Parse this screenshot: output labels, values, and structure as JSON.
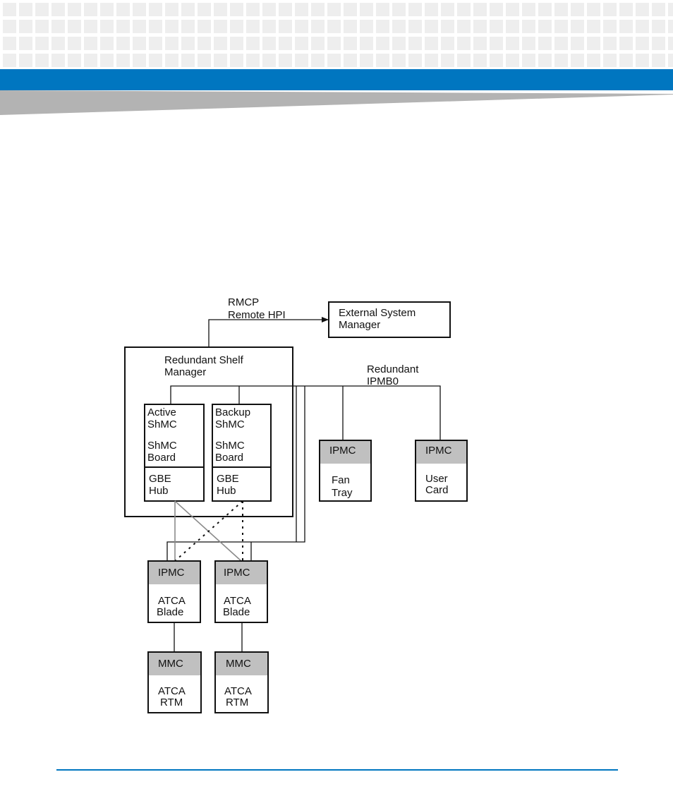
{
  "colors": {
    "brand_blue": "#0076c0",
    "band_grey": "#b3b3b3",
    "box_header_grey": "#c0c0c0"
  },
  "diagram": {
    "rmcp_label": {
      "line1": "RMCP",
      "line2": "Remote HPI"
    },
    "external_manager": {
      "line1": "External System",
      "line2": "Manager"
    },
    "shelf_manager": {
      "line1": "Redundant Shelf",
      "line2": "Manager"
    },
    "ipmb_label": {
      "line1": "Redundant",
      "line2": "IPMB0"
    },
    "active_shmc": {
      "line1": "Active",
      "line2": "ShMC",
      "line3": "ShMC",
      "line4": "Board"
    },
    "backup_shmc": {
      "line1": "Backup",
      "line2": "ShMC",
      "line3": "ShMC",
      "line4": "Board"
    },
    "gbe_hub_left": {
      "line1": "GBE",
      "line2": "Hub"
    },
    "gbe_hub_right": {
      "line1": "GBE",
      "line2": "Hub"
    },
    "fan_tray": {
      "header": "IPMC",
      "line1": "Fan",
      "line2": "Tray"
    },
    "user_card": {
      "header": "IPMC",
      "line1": "User",
      "line2": "Card"
    },
    "blade_left": {
      "header": "IPMC",
      "line1": "ATCA",
      "line2": "Blade"
    },
    "blade_right": {
      "header": "IPMC",
      "line1": "ATCA",
      "line2": "Blade"
    },
    "rtm_left": {
      "header": "MMC",
      "line1": "ATCA",
      "line2": "RTM"
    },
    "rtm_right": {
      "header": "MMC",
      "line1": "ATCA",
      "line2": "RTM"
    }
  }
}
